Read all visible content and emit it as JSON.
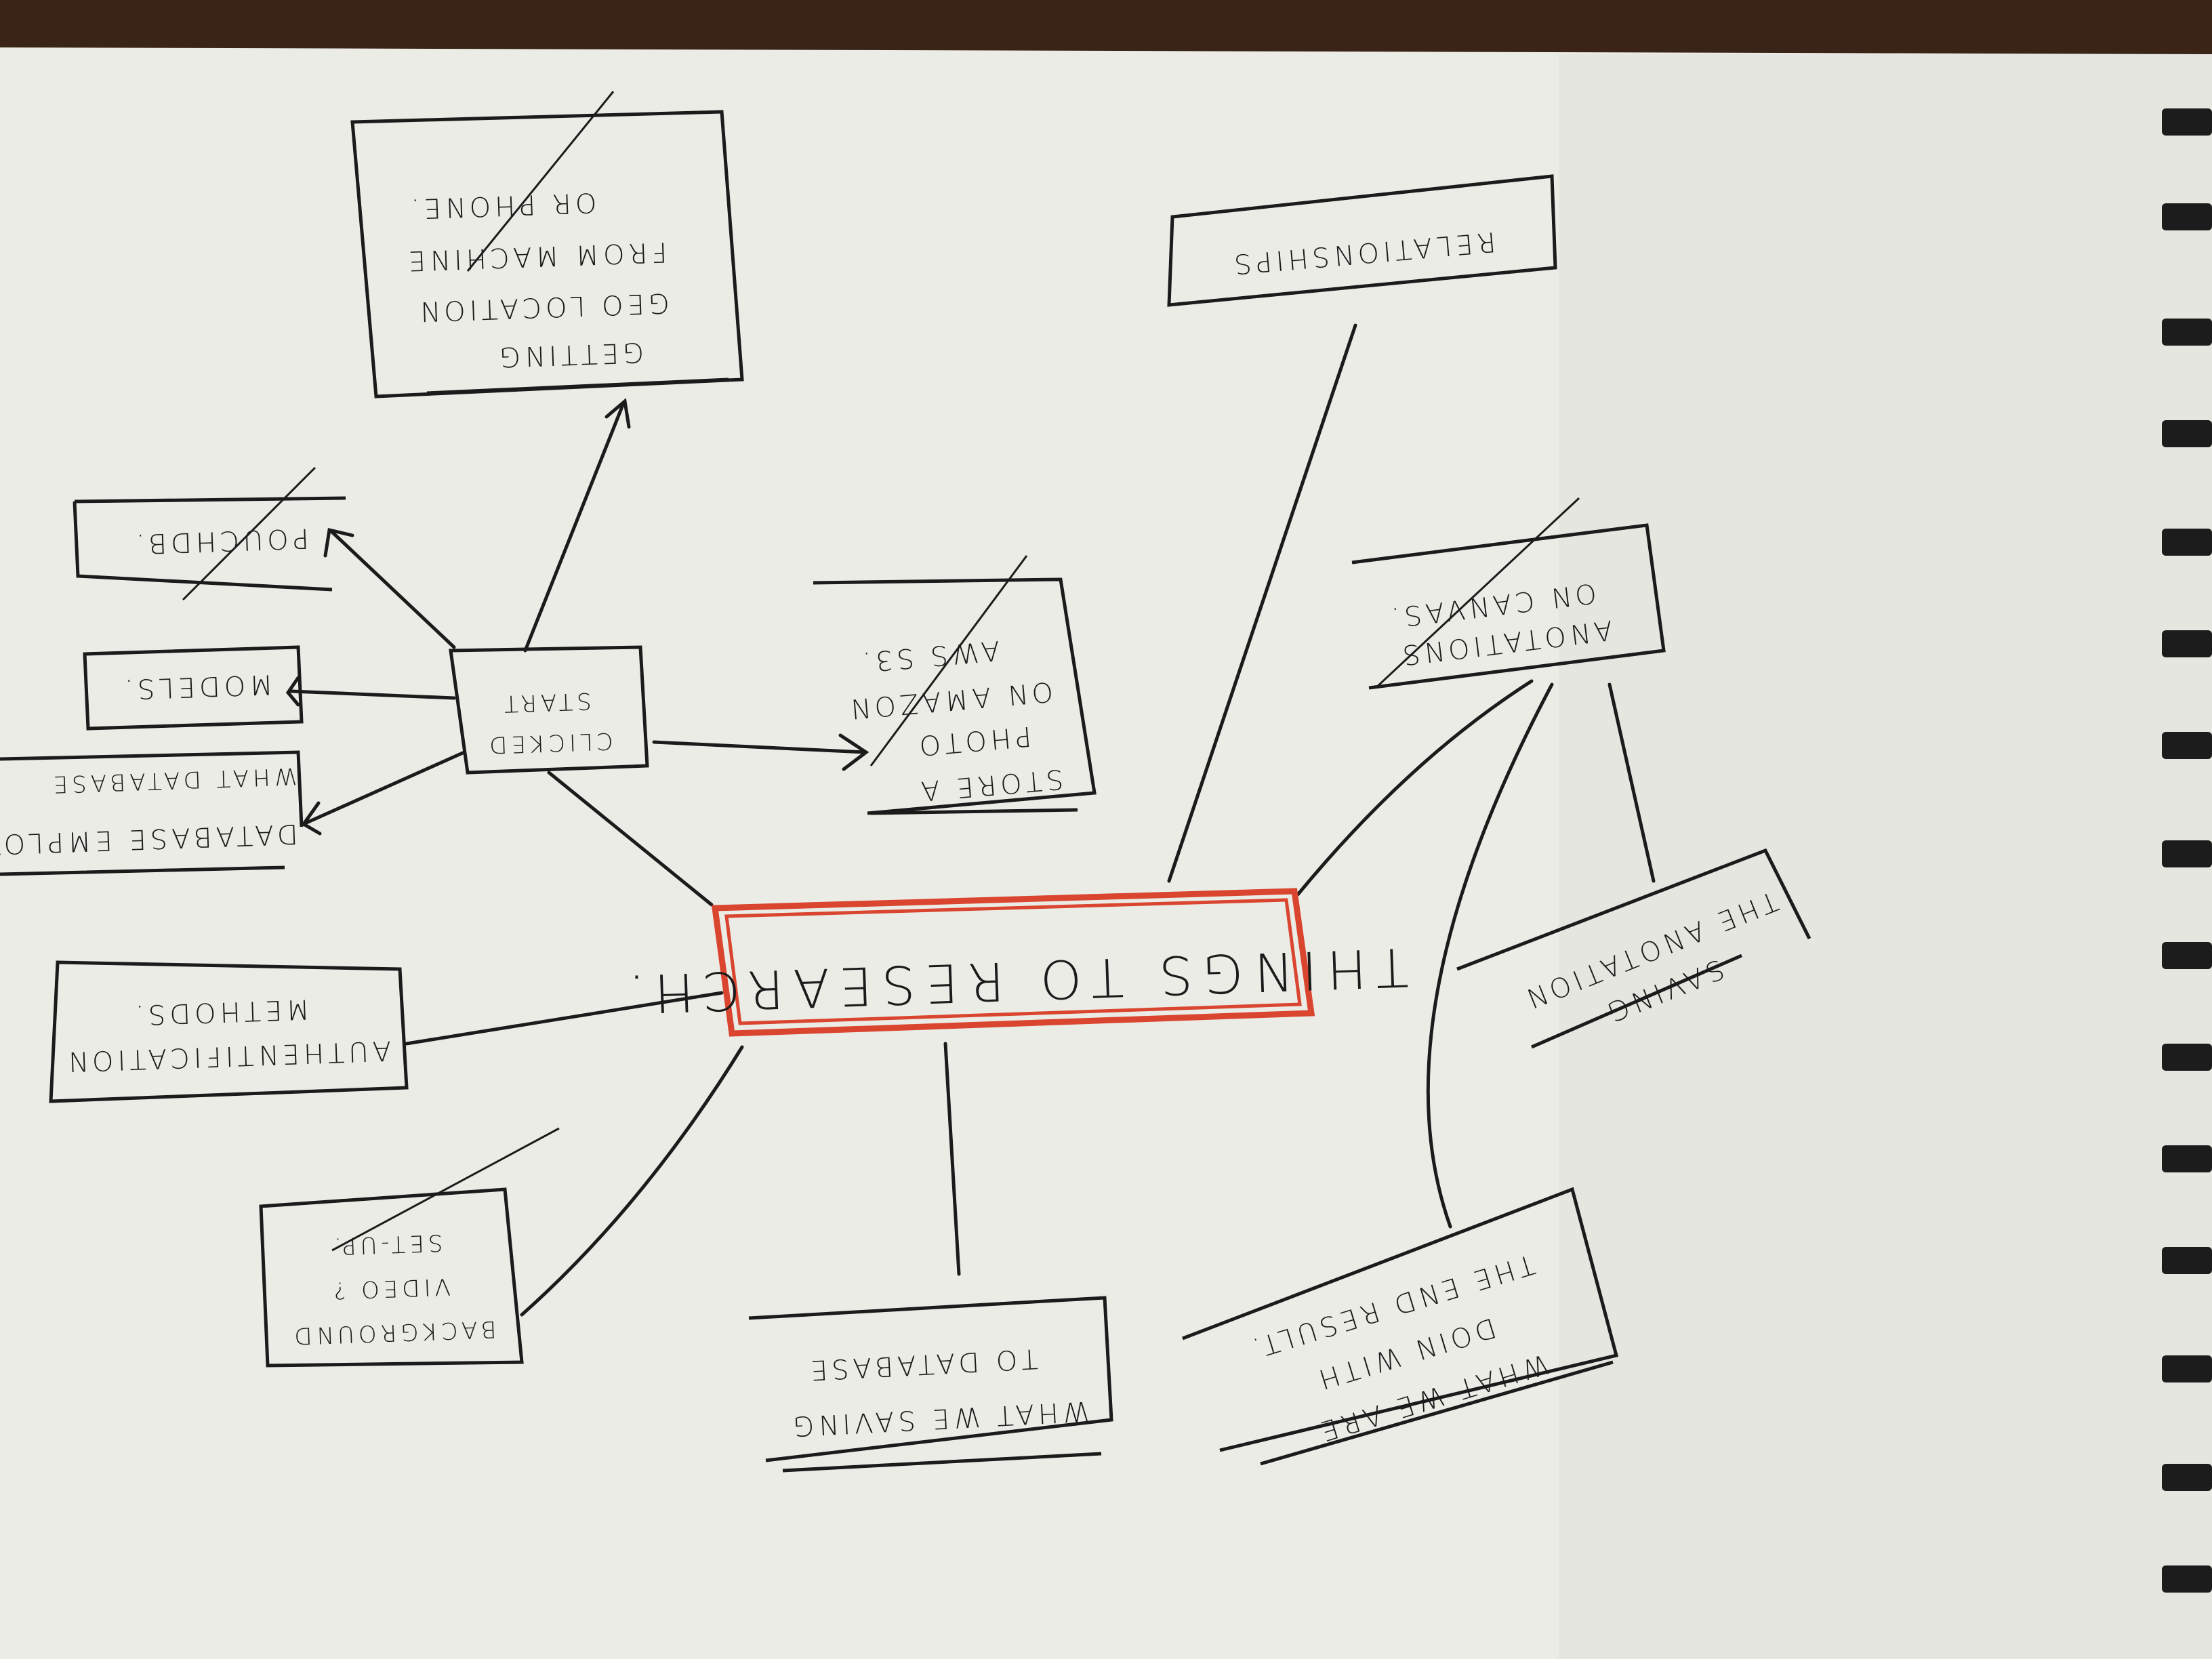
{
  "colors": {
    "paper": "#eeeeea",
    "ink": "#1b1b1b",
    "accent_box": "#d9452f",
    "desk": "#3a2418"
  },
  "map": {
    "center": {
      "label": "THINGS TO RESEARCH."
    },
    "nodes": {
      "relationships": {
        "lines": [
          "RELATIONSHIPS"
        ],
        "crossed_out": false
      },
      "annotations_canvas": {
        "lines": [
          "ANOTATIONS",
          "ON CANVAS."
        ],
        "crossed_out": true
      },
      "saving_annotation": {
        "lines": [
          "SAVING",
          "THE ANOTATION"
        ],
        "crossed_out": false
      },
      "end_result": {
        "lines": [
          "WHAT WE ARE",
          "DOIN WITH",
          "THE END RESULT."
        ],
        "crossed_out": false
      },
      "saving_database": {
        "lines": [
          "WHAT WE SAVING",
          "TO DATABASE"
        ],
        "crossed_out": false
      },
      "background_video": {
        "lines": [
          "BACKGROUND",
          "VIDEO ?",
          "SET-UP."
        ],
        "crossed_out": true
      },
      "authentication": {
        "lines": [
          "AUTHENTIFICATION",
          "METHODS."
        ],
        "crossed_out": false
      },
      "clicked_start": {
        "lines": [
          "CLICKED",
          "START"
        ],
        "crossed_out": false
      },
      "store_photo": {
        "lines": [
          "STORE A",
          "PHOTO",
          "ON AMAZON",
          "AWS S3."
        ],
        "crossed_out": true
      },
      "geo_location": {
        "lines": [
          "GETTING",
          "GEO LOCATION",
          "FROM MACHINE",
          "OR PHONE."
        ],
        "crossed_out": true
      },
      "pouchdb": {
        "lines": [
          "POUCHDB."
        ],
        "crossed_out": true
      },
      "models": {
        "lines": [
          "MODELS."
        ],
        "crossed_out": false
      },
      "database_employ": {
        "lines": [
          "WHAT DATABASE",
          "DATABASE EMPLOY"
        ],
        "crossed_out": false
      }
    }
  }
}
